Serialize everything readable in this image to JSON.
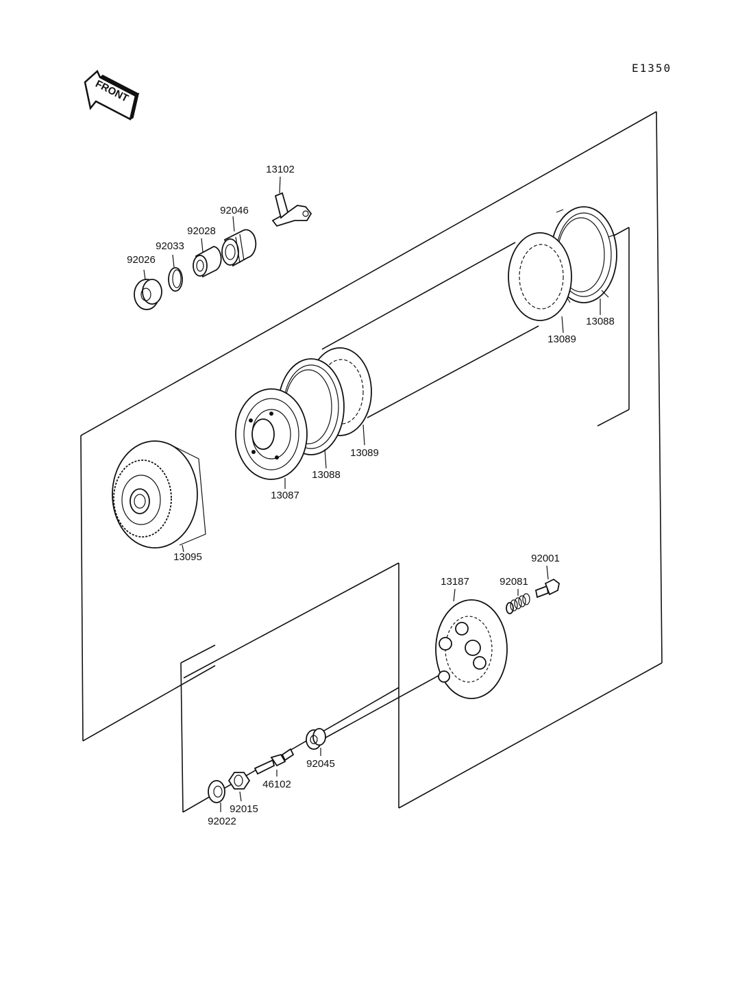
{
  "diagram_code": "E1350",
  "front_label": "FRONT",
  "parts": {
    "p13102": "13102",
    "p92046": "92046",
    "p92028": "92028",
    "p92033": "92033",
    "p92026": "92026",
    "p13088_top": "13088",
    "p13089_top": "13089",
    "p13089_mid": "13089",
    "p13088_mid": "13088",
    "p13087": "13087",
    "p13095": "13095",
    "p92001": "92001",
    "p13187": "13187",
    "p92081": "92081",
    "p92045": "92045",
    "p46102": "46102",
    "p92015": "92015",
    "p92022": "92022"
  }
}
